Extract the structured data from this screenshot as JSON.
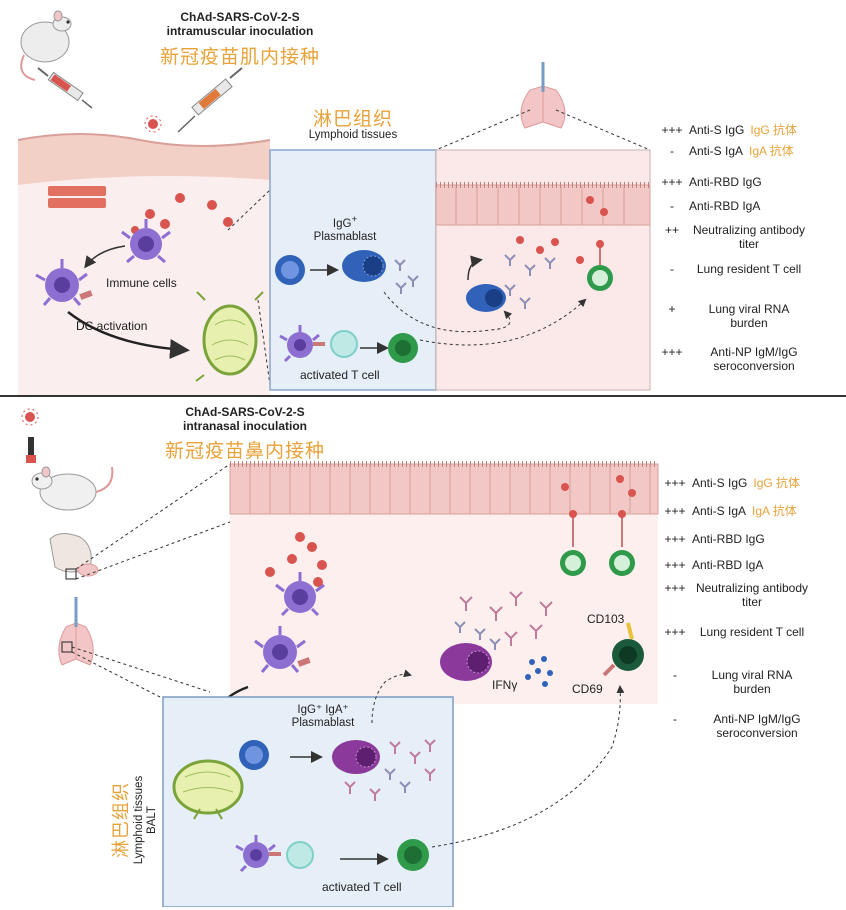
{
  "top": {
    "title_line1": "ChAd-SARS-CoV-2-S",
    "title_line2": "intramuscular inoculation",
    "title_cn": "新冠疫苗肌内接种",
    "lymph_cn": "淋巴组织",
    "lymph_en": "Lymphoid tissues",
    "igg_plasmablast": "IgG",
    "igg_sup": "+",
    "plasmablast": "Plasmablast",
    "immune_cells": "Immune cells",
    "dc_activation": "DC activation",
    "activated_t": "activated T cell",
    "legend": [
      {
        "sym": "+++",
        "text": "Anti-S IgG",
        "cn": "IgG 抗体"
      },
      {
        "sym": "-",
        "text": "Anti-S IgA",
        "cn": "IgA 抗体"
      },
      {
        "sym": "+++",
        "text": "Anti-RBD IgG",
        "cn": ""
      },
      {
        "sym": "-",
        "text": "Anti-RBD IgA",
        "cn": ""
      },
      {
        "sym": "++",
        "text": "Neutralizing antibody titer",
        "cn": ""
      },
      {
        "sym": "-",
        "text": "Lung resident T cell",
        "cn": ""
      },
      {
        "sym": "+",
        "text": "Lung viral RNA burden",
        "cn": ""
      },
      {
        "sym": "+++",
        "text": "Anti-NP IgM/IgG seroconversion",
        "cn": ""
      }
    ]
  },
  "bottom": {
    "title_line1": "ChAd-SARS-CoV-2-S",
    "title_line2": "intranasal inoculation",
    "title_cn": "新冠疫苗鼻内接种",
    "cd103": "CD103",
    "cd69": "CD69",
    "ifng": "IFNγ",
    "plasmablast_line1": "IgG⁺ IgA⁺",
    "plasmablast_line2": "Plasmablast",
    "lymph_cn": "淋巴组织",
    "lymph_en": "Lymphoid tissues",
    "balt": "BALT",
    "activated_t": "activated T cell",
    "legend": [
      {
        "sym": "+++",
        "text": "Anti-S IgG",
        "cn": "IgG 抗体"
      },
      {
        "sym": "+++",
        "text": "Anti-S IgA",
        "cn": "IgA 抗体"
      },
      {
        "sym": "+++",
        "text": "Anti-RBD IgG",
        "cn": ""
      },
      {
        "sym": "+++",
        "text": "Anti-RBD IgA",
        "cn": ""
      },
      {
        "sym": "+++",
        "text": "Neutralizing antibody titer",
        "cn": ""
      },
      {
        "sym": "+++",
        "text": "Lung resident T cell",
        "cn": ""
      },
      {
        "sym": "-",
        "text": "Lung viral RNA burden",
        "cn": ""
      },
      {
        "sym": "-",
        "text": "Anti-NP IgM/IgG seroconversion",
        "cn": ""
      }
    ]
  },
  "colors": {
    "accent_cn": "#e8a23a",
    "skin": "#f6dcd4",
    "tissue": "#fbeeee",
    "lymph_box": "#e8f0f8",
    "lymph_border": "#7a9cc4",
    "virus": "#d9534f",
    "dc": "#7a5bbf",
    "bcell": "#2f62b8",
    "tcell": "#2e9a4a",
    "plasmablast_iga": "#8b3a9c"
  }
}
